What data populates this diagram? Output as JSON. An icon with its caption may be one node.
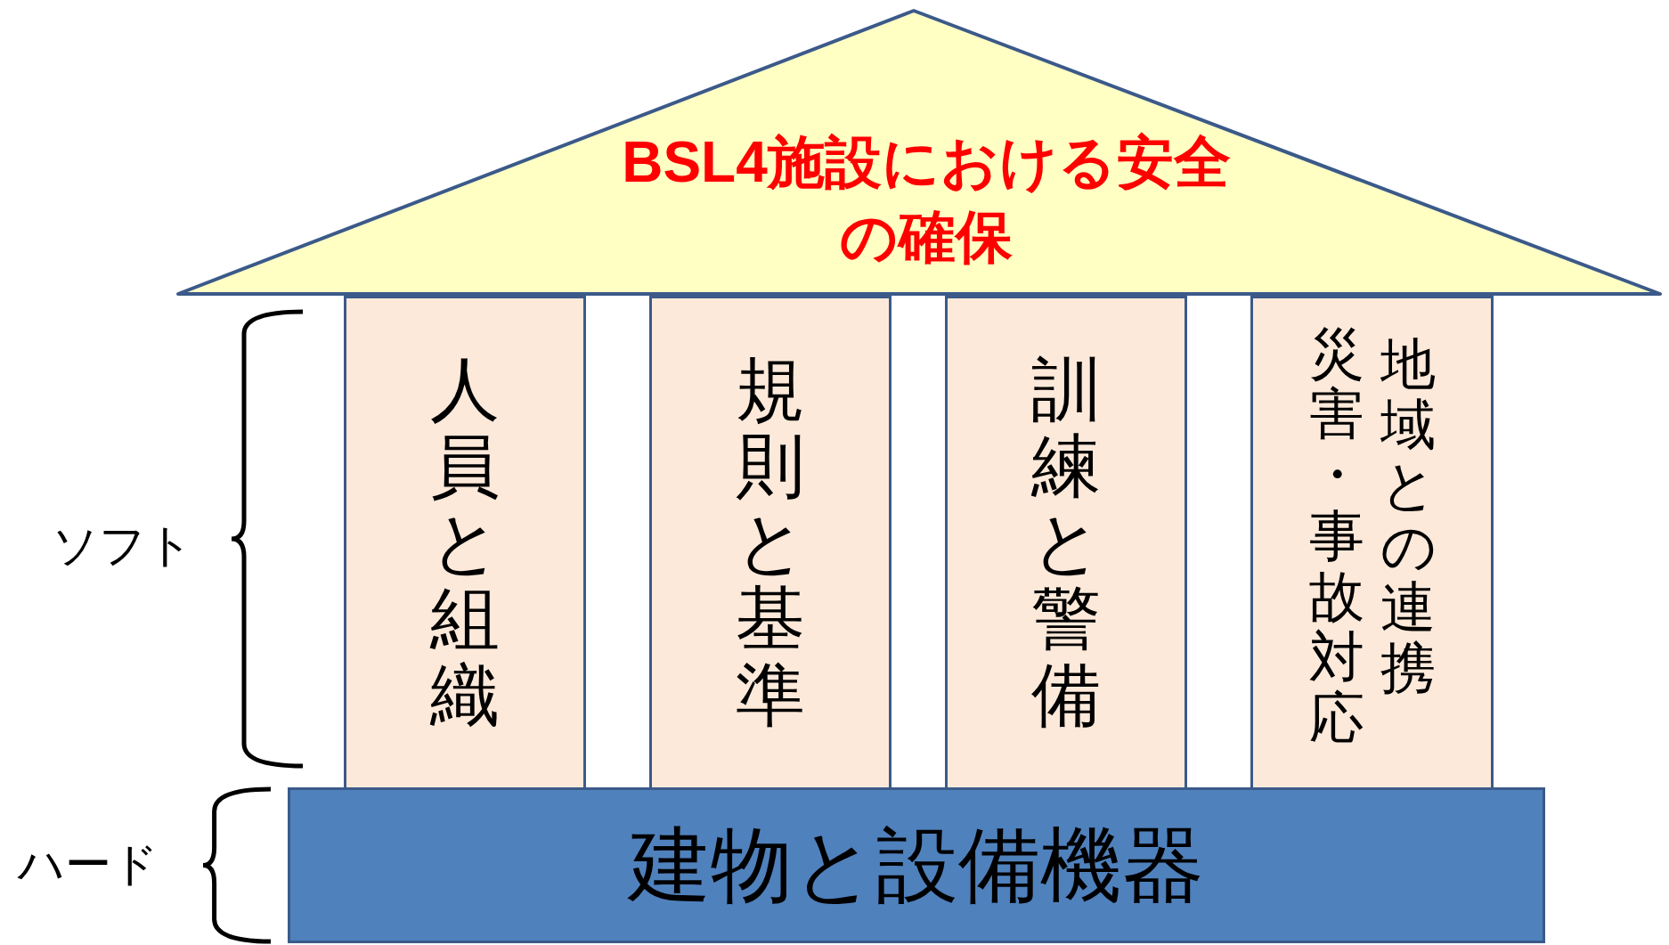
{
  "diagram": {
    "nodes": [
      {
        "text": [
          "BSL4施設における安全の確保"
        ]
      },
      {
        "text": [
          "人員と組織"
        ]
      },
      {
        "text": [
          "規則と基準"
        ]
      },
      {
        "text": [
          "訓練と警備"
        ]
      },
      {
        "text": [
          "災害・事故対応",
          "地域との連携"
        ]
      },
      {
        "text": [
          "建物と設備機器"
        ]
      }
    ],
    "edges": [],
    "labels": [
      "ソフト",
      "ハード"
    ]
  }
}
